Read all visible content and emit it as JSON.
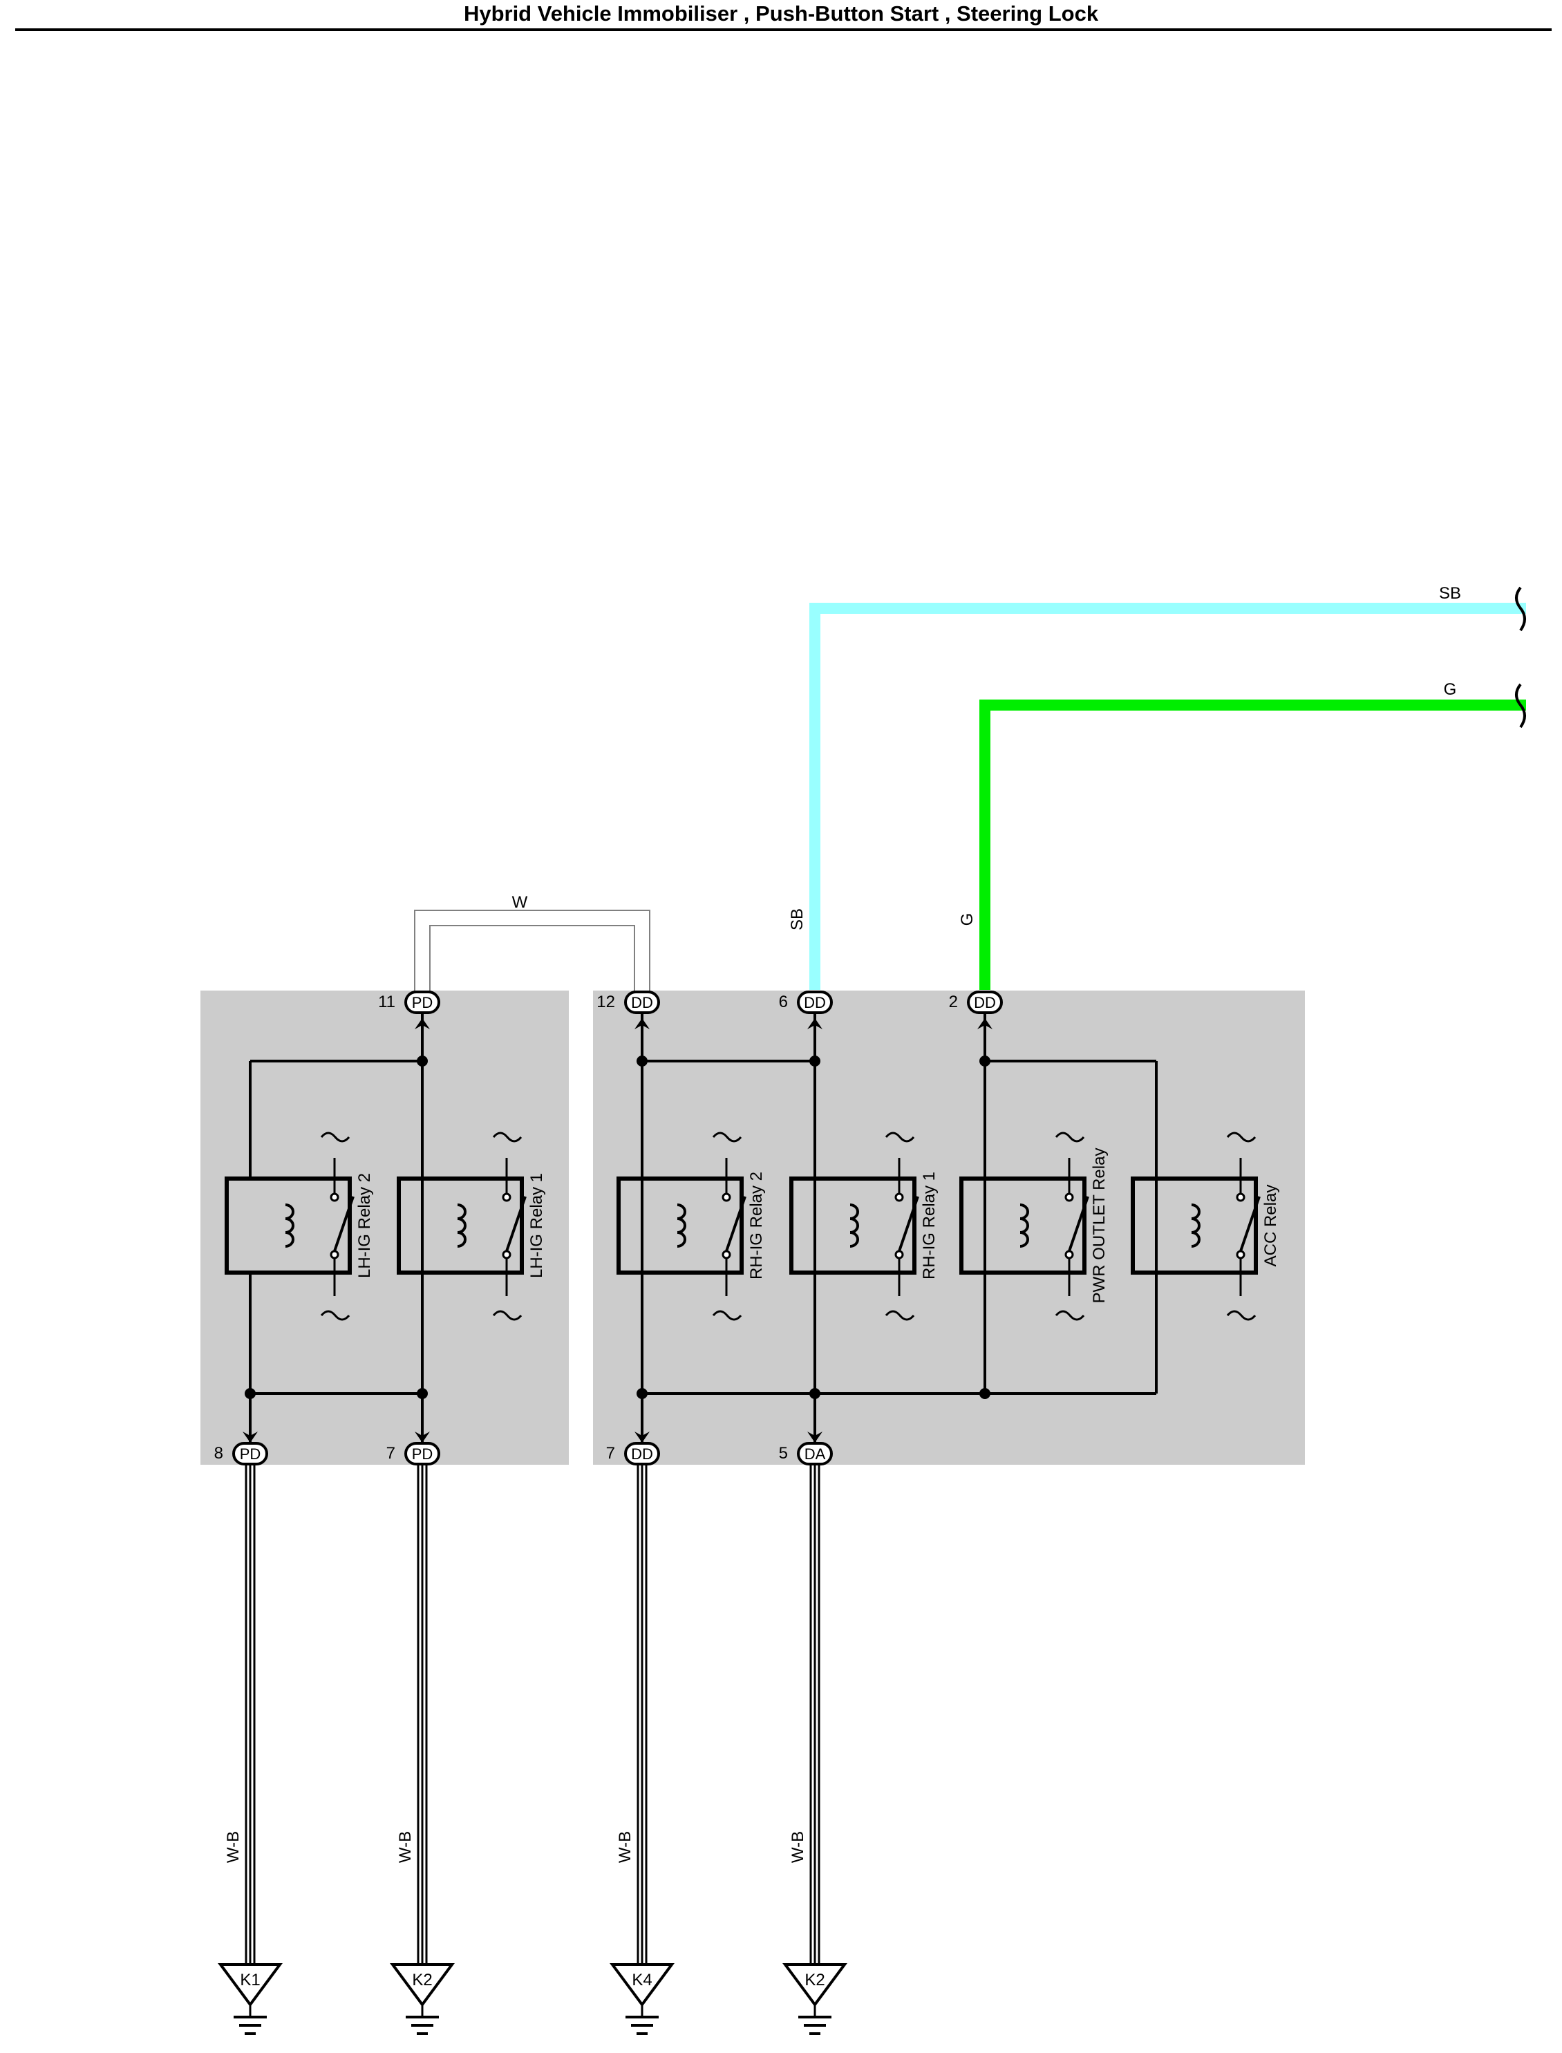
{
  "title": "Hybrid Vehicle Immobiliser , Push-Button Start , Steering Lock",
  "colors": {
    "box_fill": "#cccccc",
    "wire_sb": "#99ffff",
    "wire_g": "#00ee00",
    "line": "#000000"
  },
  "wires": {
    "sb": "SB",
    "g": "G",
    "w": "W",
    "wb": "W-B"
  },
  "connectors": {
    "pd_11": {
      "pin": "11",
      "code": "PD"
    },
    "dd_12": {
      "pin": "12",
      "code": "DD"
    },
    "dd_6": {
      "pin": "6",
      "code": "DD"
    },
    "dd_2": {
      "pin": "2",
      "code": "DD"
    },
    "pd_8": {
      "pin": "8",
      "code": "PD"
    },
    "pd_7": {
      "pin": "7",
      "code": "PD"
    },
    "dd_7": {
      "pin": "7",
      "code": "DD"
    },
    "da_5": {
      "pin": "5",
      "code": "DA"
    }
  },
  "relays": {
    "lh_ig_2": "LH-IG Relay 2",
    "lh_ig_1": "LH-IG Relay 1",
    "rh_ig_2": "RH-IG Relay 2",
    "rh_ig_1": "RH-IG Relay 1",
    "pwr_outlet": "PWR OUTLET Relay",
    "acc": "ACC Relay"
  },
  "grounds": {
    "g1": "K1",
    "g2": "K2",
    "g3": "K4",
    "g4": "K2"
  }
}
